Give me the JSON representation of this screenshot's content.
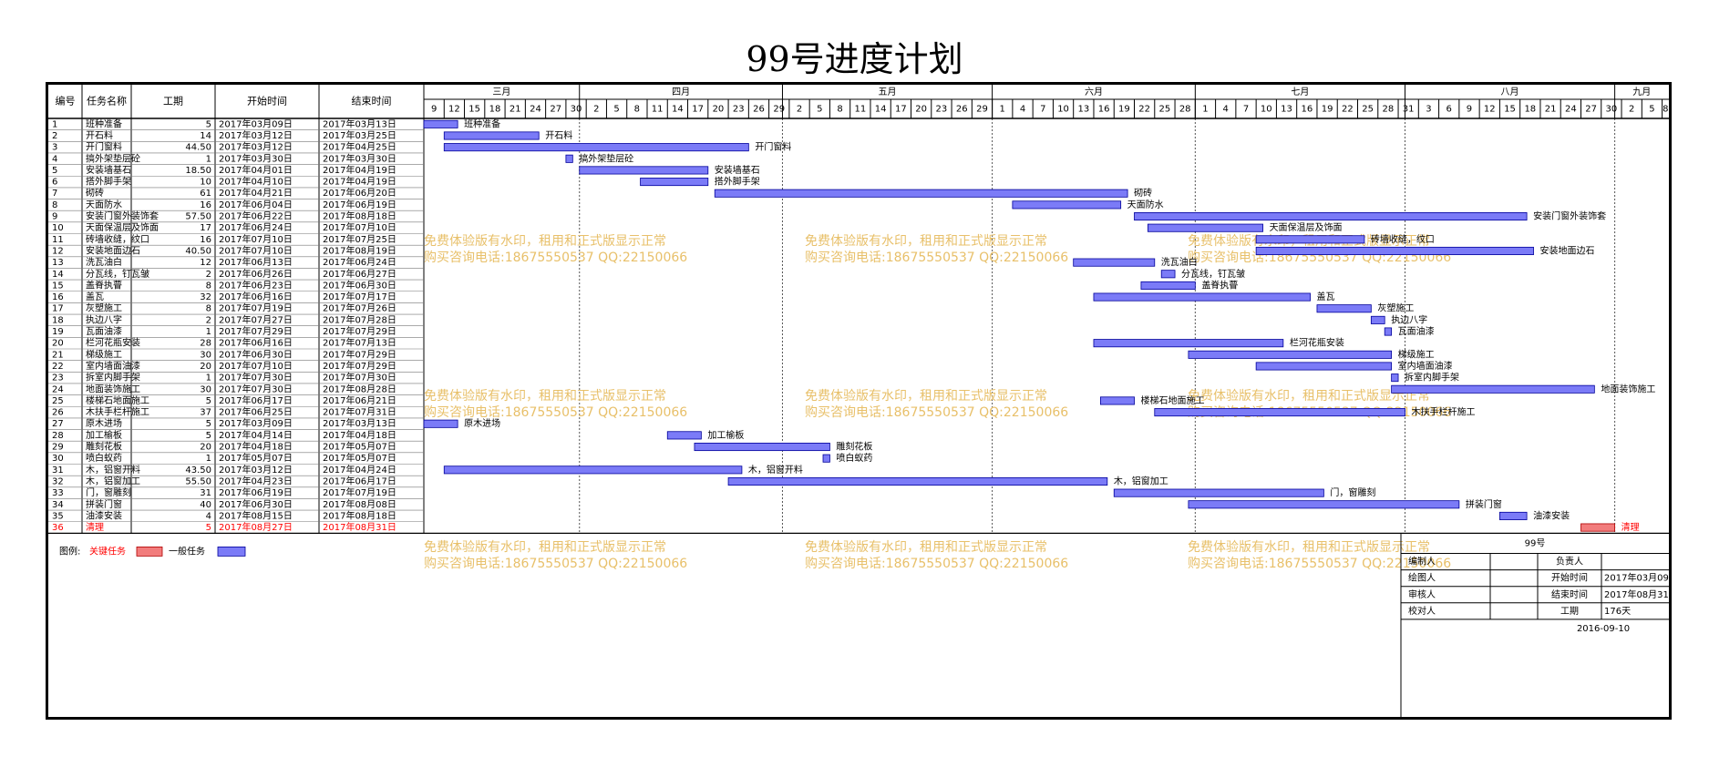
{
  "page": {
    "title": "99号进度计划"
  },
  "table": {
    "headers": {
      "id": "编号",
      "name": "任务名称",
      "duration": "工期",
      "start": "开始时间",
      "end": "结束时间"
    }
  },
  "timeline": {
    "start_date": "2017-03-09",
    "months": [
      {
        "label": "三月",
        "start": "2017-03-09",
        "end": "2017-04-01"
      },
      {
        "label": "四月",
        "start": "2017-04-01",
        "end": "2017-05-01"
      },
      {
        "label": "五月",
        "start": "2017-05-01",
        "end": "2017-06-01"
      },
      {
        "label": "六月",
        "start": "2017-06-01",
        "end": "2017-07-01"
      },
      {
        "label": "七月",
        "start": "2017-07-01",
        "end": "2017-08-01"
      },
      {
        "label": "八月",
        "start": "2017-08-01",
        "end": "2017-09-01"
      },
      {
        "label": "九月",
        "start": "2017-09-01",
        "end": "2017-09-09"
      }
    ],
    "day_ticks": [
      "2017-03-09",
      "2017-03-12",
      "2017-03-15",
      "2017-03-18",
      "2017-03-21",
      "2017-03-24",
      "2017-03-27",
      "2017-03-30",
      "2017-04-02",
      "2017-04-05",
      "2017-04-08",
      "2017-04-11",
      "2017-04-14",
      "2017-04-17",
      "2017-04-20",
      "2017-04-23",
      "2017-04-26",
      "2017-04-29",
      "2017-05-02",
      "2017-05-05",
      "2017-05-08",
      "2017-05-11",
      "2017-05-14",
      "2017-05-17",
      "2017-05-20",
      "2017-05-23",
      "2017-05-26",
      "2017-05-29",
      "2017-06-01",
      "2017-06-04",
      "2017-06-07",
      "2017-06-10",
      "2017-06-13",
      "2017-06-16",
      "2017-06-19",
      "2017-06-22",
      "2017-06-25",
      "2017-06-28",
      "2017-07-01",
      "2017-07-04",
      "2017-07-07",
      "2017-07-10",
      "2017-07-13",
      "2017-07-16",
      "2017-07-19",
      "2017-07-22",
      "2017-07-25",
      "2017-07-28",
      "2017-07-31",
      "2017-08-03",
      "2017-08-06",
      "2017-08-09",
      "2017-08-12",
      "2017-08-15",
      "2017-08-18",
      "2017-08-21",
      "2017-08-24",
      "2017-08-27",
      "2017-08-30",
      "2017-09-02",
      "2017-09-05",
      "2017-09-08"
    ]
  },
  "chart_data": {
    "type": "gantt",
    "title": "99号进度计划",
    "tasks": [
      {
        "id": "1",
        "name": "班种准备",
        "duration": "5",
        "start": "2017年03月09日",
        "end": "2017年03月13日",
        "s": "2017-03-09",
        "e": "2017-03-13",
        "critical": false
      },
      {
        "id": "2",
        "name": "开石料",
        "duration": "14",
        "start": "2017年03月12日",
        "end": "2017年03月25日",
        "s": "2017-03-12",
        "e": "2017-03-25",
        "critical": false
      },
      {
        "id": "3",
        "name": "开门窗料",
        "duration": "44.50",
        "start": "2017年03月12日",
        "end": "2017年04月25日",
        "s": "2017-03-12",
        "e": "2017-04-25",
        "critical": false
      },
      {
        "id": "4",
        "name": "搞外架垫层砼",
        "duration": "1",
        "start": "2017年03月30日",
        "end": "2017年03月30日",
        "s": "2017-03-30",
        "e": "2017-03-30",
        "critical": false
      },
      {
        "id": "5",
        "name": "安装墙基石",
        "duration": "18.50",
        "start": "2017年04月01日",
        "end": "2017年04月19日",
        "s": "2017-04-01",
        "e": "2017-04-19",
        "critical": false
      },
      {
        "id": "6",
        "name": "搭外脚手架",
        "duration": "10",
        "start": "2017年04月10日",
        "end": "2017年04月19日",
        "s": "2017-04-10",
        "e": "2017-04-19",
        "critical": false
      },
      {
        "id": "7",
        "name": "砌砖",
        "duration": "61",
        "start": "2017年04月21日",
        "end": "2017年06月20日",
        "s": "2017-04-21",
        "e": "2017-06-20",
        "critical": false
      },
      {
        "id": "8",
        "name": "天面防水",
        "duration": "16",
        "start": "2017年06月04日",
        "end": "2017年06月19日",
        "s": "2017-06-04",
        "e": "2017-06-19",
        "critical": false
      },
      {
        "id": "9",
        "name": "安装门窗外装饰套",
        "duration": "57.50",
        "start": "2017年06月22日",
        "end": "2017年08月18日",
        "s": "2017-06-22",
        "e": "2017-08-18",
        "critical": false
      },
      {
        "id": "10",
        "name": "天面保温层及饰面",
        "duration": "17",
        "start": "2017年06月24日",
        "end": "2017年07月10日",
        "s": "2017-06-24",
        "e": "2017-07-10",
        "critical": false
      },
      {
        "id": "11",
        "name": "砖墙收缝，纹口",
        "duration": "16",
        "start": "2017年07月10日",
        "end": "2017年07月25日",
        "s": "2017-07-10",
        "e": "2017-07-25",
        "critical": false
      },
      {
        "id": "12",
        "name": "安装地面边石",
        "duration": "40.50",
        "start": "2017年07月10日",
        "end": "2017年08月19日",
        "s": "2017-07-10",
        "e": "2017-08-19",
        "critical": false
      },
      {
        "id": "13",
        "name": "洗瓦油白",
        "duration": "12",
        "start": "2017年06月13日",
        "end": "2017年06月24日",
        "s": "2017-06-13",
        "e": "2017-06-24",
        "critical": false
      },
      {
        "id": "14",
        "name": "分瓦线，钉瓦皱",
        "duration": "2",
        "start": "2017年06月26日",
        "end": "2017年06月27日",
        "s": "2017-06-26",
        "e": "2017-06-27",
        "critical": false
      },
      {
        "id": "15",
        "name": "盖脊执瞢",
        "duration": "8",
        "start": "2017年06月23日",
        "end": "2017年06月30日",
        "s": "2017-06-23",
        "e": "2017-06-30",
        "critical": false
      },
      {
        "id": "16",
        "name": "盖瓦",
        "duration": "32",
        "start": "2017年06月16日",
        "end": "2017年07月17日",
        "s": "2017-06-16",
        "e": "2017-07-17",
        "critical": false
      },
      {
        "id": "17",
        "name": "灰塑施工",
        "duration": "8",
        "start": "2017年07月19日",
        "end": "2017年07月26日",
        "s": "2017-07-19",
        "e": "2017-07-26",
        "critical": false
      },
      {
        "id": "18",
        "name": "执边八字",
        "duration": "2",
        "start": "2017年07月27日",
        "end": "2017年07月28日",
        "s": "2017-07-27",
        "e": "2017-07-28",
        "critical": false
      },
      {
        "id": "19",
        "name": "瓦面油漆",
        "duration": "1",
        "start": "2017年07月29日",
        "end": "2017年07月29日",
        "s": "2017-07-29",
        "e": "2017-07-29",
        "critical": false
      },
      {
        "id": "20",
        "name": "栏河花瓶安装",
        "duration": "28",
        "start": "2017年06月16日",
        "end": "2017年07月13日",
        "s": "2017-06-16",
        "e": "2017-07-13",
        "critical": false
      },
      {
        "id": "21",
        "name": "梯级施工",
        "duration": "30",
        "start": "2017年06月30日",
        "end": "2017年07月29日",
        "s": "2017-06-30",
        "e": "2017-07-29",
        "critical": false
      },
      {
        "id": "22",
        "name": "室内墙面油漆",
        "duration": "20",
        "start": "2017年07月10日",
        "end": "2017年07月29日",
        "s": "2017-07-10",
        "e": "2017-07-29",
        "critical": false
      },
      {
        "id": "23",
        "name": "拆室内脚手架",
        "duration": "1",
        "start": "2017年07月30日",
        "end": "2017年07月30日",
        "s": "2017-07-30",
        "e": "2017-07-30",
        "critical": false
      },
      {
        "id": "24",
        "name": "地面装饰施工",
        "duration": "30",
        "start": "2017年07月30日",
        "end": "2017年08月28日",
        "s": "2017-07-30",
        "e": "2017-08-28",
        "critical": false
      },
      {
        "id": "25",
        "name": "楼梯石地面施工",
        "duration": "5",
        "start": "2017年06月17日",
        "end": "2017年06月21日",
        "s": "2017-06-17",
        "e": "2017-06-21",
        "critical": false
      },
      {
        "id": "26",
        "name": "木扶手栏杆施工",
        "duration": "37",
        "start": "2017年06月25日",
        "end": "2017年07月31日",
        "s": "2017-06-25",
        "e": "2017-07-31",
        "critical": false
      },
      {
        "id": "27",
        "name": "原木进场",
        "duration": "5",
        "start": "2017年03月09日",
        "end": "2017年03月13日",
        "s": "2017-03-09",
        "e": "2017-03-13",
        "critical": false
      },
      {
        "id": "28",
        "name": "加工榆板",
        "duration": "5",
        "start": "2017年04月14日",
        "end": "2017年04月18日",
        "s": "2017-04-14",
        "e": "2017-04-18",
        "critical": false
      },
      {
        "id": "29",
        "name": "雕刻花板",
        "duration": "20",
        "start": "2017年04月18日",
        "end": "2017年05月07日",
        "s": "2017-04-18",
        "e": "2017-05-07",
        "critical": false
      },
      {
        "id": "30",
        "name": "喷白蚁药",
        "duration": "1",
        "start": "2017年05月07日",
        "end": "2017年05月07日",
        "s": "2017-05-07",
        "e": "2017-05-07",
        "critical": false
      },
      {
        "id": "31",
        "name": "木，铝窗开料",
        "duration": "43.50",
        "start": "2017年03月12日",
        "end": "2017年04月24日",
        "s": "2017-03-12",
        "e": "2017-04-24",
        "critical": false
      },
      {
        "id": "32",
        "name": "木，铝窗加工",
        "duration": "55.50",
        "start": "2017年04月23日",
        "end": "2017年06月17日",
        "s": "2017-04-23",
        "e": "2017-06-17",
        "critical": false
      },
      {
        "id": "33",
        "name": "门，窗雕刻",
        "duration": "31",
        "start": "2017年06月19日",
        "end": "2017年07月19日",
        "s": "2017-06-19",
        "e": "2017-07-19",
        "critical": false
      },
      {
        "id": "34",
        "name": "拼装门窗",
        "duration": "40",
        "start": "2017年06月30日",
        "end": "2017年08月08日",
        "s": "2017-06-30",
        "e": "2017-08-08",
        "critical": false
      },
      {
        "id": "35",
        "name": "油漆安装",
        "duration": "4",
        "start": "2017年08月15日",
        "end": "2017年08月18日",
        "s": "2017-08-15",
        "e": "2017-08-18",
        "critical": false
      },
      {
        "id": "36",
        "name": "清理",
        "duration": "5",
        "start": "2017年08月27日",
        "end": "2017年08月31日",
        "s": "2017-08-27",
        "e": "2017-08-31",
        "critical": true
      }
    ]
  },
  "watermark": {
    "line1": "免费体验版有水印，租用和正式版显示正常",
    "line2": "购买咨询电话:18675550537 QQ:22150066"
  },
  "legend": {
    "label": "图例:",
    "critical": "关键任务",
    "normal": "一般任务"
  },
  "info": {
    "project": "99号",
    "rows": [
      [
        "编制人",
        "",
        "负责人",
        ""
      ],
      [
        "绘图人",
        "",
        "开始时间",
        "2017年03月09日"
      ],
      [
        "审核人",
        "",
        "结束时间",
        "2017年08月31日"
      ],
      [
        "校对人",
        "",
        "工期",
        "176天"
      ]
    ],
    "date": "2016-09-10"
  },
  "colors": {
    "bar": "#7b7bf7",
    "bar_border": "#00009a",
    "critical_bar": "#f27c7c",
    "critical_text": "#ff0000",
    "watermark": "#e8c06a"
  }
}
